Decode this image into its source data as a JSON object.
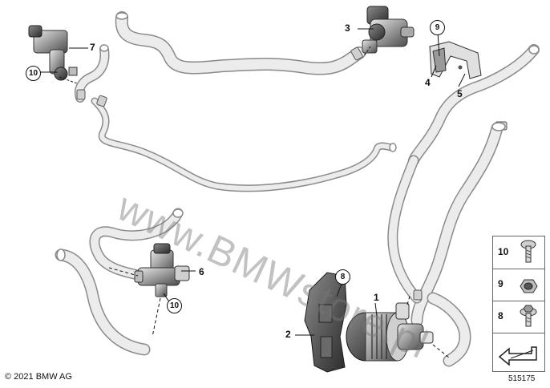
{
  "callouts": {
    "c1": "1",
    "c2": "2",
    "c3": "3",
    "c4": "4",
    "c5": "5",
    "c6": "6",
    "c7": "7",
    "c8": "8",
    "c9": "9",
    "c10a": "10",
    "c10b": "10"
  },
  "legend": {
    "row1": "10",
    "row2": "9",
    "row3": "8"
  },
  "watermark": "www.BMWstore.pl",
  "copyright": "© 2021 BMW AG",
  "diagram_number": "515175",
  "colors": {
    "hose_fill": "#ececec",
    "hose_stroke": "#8a8a8a",
    "part_fill": "#bdbdbd",
    "part_dark": "#4a4a4a",
    "line": "#111111"
  }
}
